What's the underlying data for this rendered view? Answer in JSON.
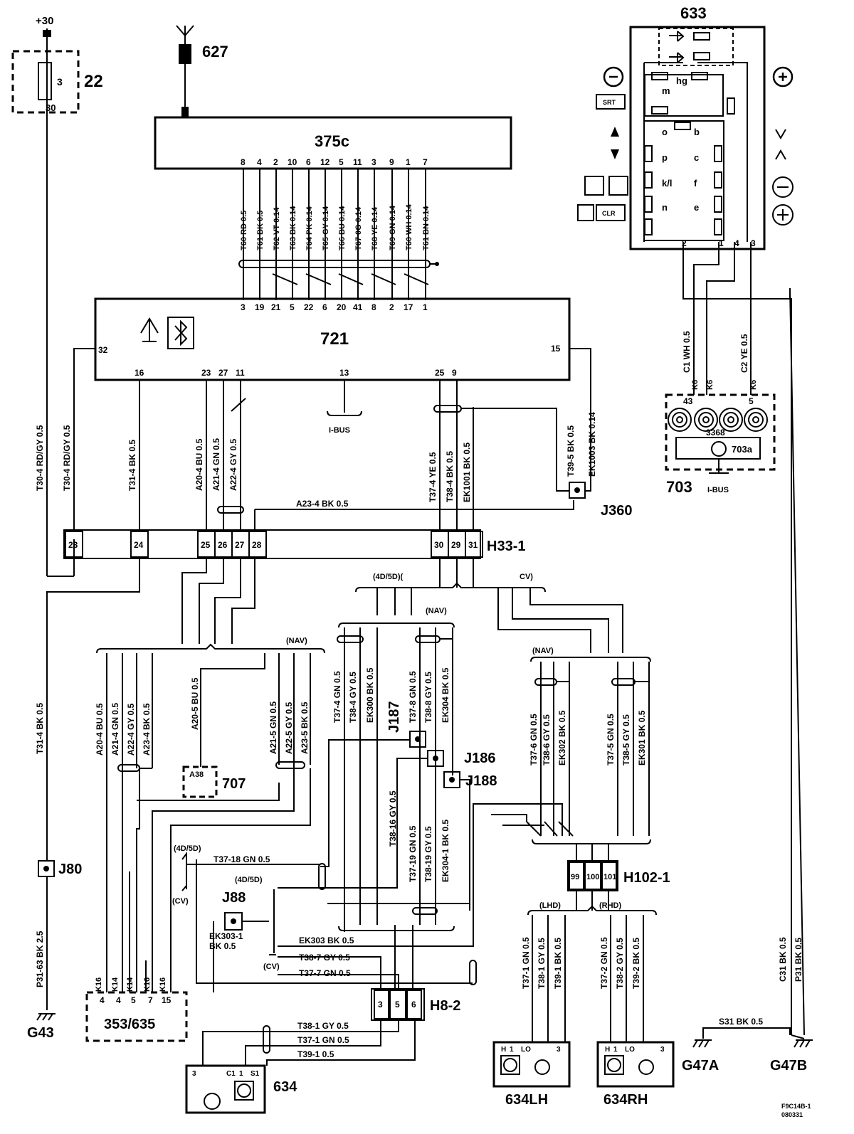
{
  "diagram": {
    "supply": "+30",
    "fuse": {
      "id": "22",
      "rating": "3",
      "terminal": "30"
    },
    "antenna": "627",
    "radio": {
      "id": "375c",
      "pins": [
        "8",
        "4",
        "2",
        "10",
        "6",
        "12",
        "5",
        "11",
        "3",
        "9",
        "1",
        "7"
      ]
    },
    "radio_wires": [
      "T60  RD  0.5",
      "T61  BK  0.5",
      "T62  VT  0.14",
      "T63  BK  0.14",
      "T64  PK  0.14",
      "T65  GY  0.14",
      "T66  BU  0.14",
      "T67  0G  0.14",
      "T68  YE  0.14",
      "T69  GN  0.14",
      "T60  WH  0.14",
      "T61  BN  0.14"
    ],
    "module": {
      "id": "721",
      "top_pins": [
        "3",
        "19",
        "21",
        "5",
        "22",
        "6",
        "20",
        "41",
        "8",
        "2",
        "17",
        "1"
      ],
      "left_pin": "32",
      "right_pin": "15",
      "bottom_pins": [
        "16",
        "23",
        "27",
        "11",
        "13",
        "25",
        "9"
      ],
      "ibus": "I-BUS"
    },
    "unit633": {
      "id": "633",
      "labels": [
        "hg",
        "m",
        "o",
        "b",
        "p",
        "c",
        "k/l",
        "f",
        "n",
        "e"
      ],
      "pins": [
        "2",
        "1",
        "4",
        "3"
      ],
      "buttons": [
        "SRT",
        "CLR"
      ]
    },
    "unit703": {
      "id": "703",
      "sub": "703a",
      "connector": "3368",
      "pins": [
        "43",
        "5"
      ],
      "ibus": "I-BUS"
    },
    "wires_633": [
      "C1  WH 0.5",
      "C2  YE  0.5"
    ],
    "wires_ks": [
      "K6",
      "K6",
      "K6"
    ],
    "left_wires": [
      "T30-4   RD/GY   0.5",
      "T30-4   RD/GY   0.5",
      "T31-4   BK   0.5",
      "A20-4   BU   0.5",
      "A21-4   GN   0.5",
      "A22-4   GY   0.5"
    ],
    "right_wires": [
      "T37-4  YE 0.5",
      "T38-4  BK 0.5",
      "EK1001  BK 0.5",
      "T39-5  BK  0.5",
      "EK1003  BK  0.14"
    ],
    "a23": "A23-4    BK  0.5",
    "j360": "J360",
    "h33": {
      "id": "H33-1",
      "pins": [
        "23",
        "24",
        "25",
        "26",
        "27",
        "28",
        "30",
        "29",
        "31"
      ]
    },
    "variants": {
      "fourfive": "(4D/5D)(",
      "cv": "CV)",
      "nav": "(NAV)",
      "fourfive2": "(4D/5D)",
      "cv2": "(CV)",
      "lhd": "(LHD)",
      "rhd": "(RHD)"
    },
    "g43_wire": "T31-4   BK   0.5",
    "j80": "J80",
    "p31_63": "P31-63  BK 2.5",
    "g43": "G43",
    "nav_left_wires": [
      "A20-4  BU  0.5",
      "A21-4  GN  0.5",
      "A22-4  GY  0.5",
      "A23-4  BK  0.5"
    ],
    "a20_5": "A20-5   BU   0.5",
    "a38": "A38",
    "u707": "707",
    "nav_mid_wires": [
      "A21-5  GN  0.5",
      "A22-5  GY  0.5",
      "A23-5  BK  0.5"
    ],
    "j187_wires": [
      "T37-4  GN  0.5",
      "T38-4  GY  0.5",
      "EK300  BK 0.5",
      "T37-8  GN  0.5",
      "T38-8  GY  0.5",
      "EK304  BK  0.5"
    ],
    "j187": "J187",
    "j186": "J186",
    "j188": "J188",
    "t38_16": "T38-16   GY 0.5",
    "j188_wires": [
      "T37-19  GN  0.5",
      "T38-19  GY  0.5",
      "EK304-1  BK  0.5"
    ],
    "t37_18": "T37-18    GN  0.5",
    "j88": "J88",
    "ek303_1": [
      "EK303-1",
      "BK     0.5"
    ],
    "h8_wires": [
      "EK303   BK   0.5",
      "T38-7    GY   0.5",
      "T37-7    GN   0.5"
    ],
    "h8": {
      "id": "H8-2",
      "pins": [
        "3",
        "5",
        "6"
      ]
    },
    "u353": {
      "id": "353/635",
      "codes": [
        "K16",
        "K14",
        "K14",
        "K16",
        "K16"
      ],
      "pins": [
        "4",
        "4",
        "5",
        "7",
        "15"
      ]
    },
    "u634_wires": [
      "T38-1  GY    0.5",
      "T37-1  GN  0.5",
      "T39-1      0.5"
    ],
    "u634": {
      "id": "634",
      "pins": [
        "3",
        "C1",
        "1",
        "S1"
      ]
    },
    "nav_right_wires_a": [
      "T37-6  GN  0.5",
      "T38-6  GY  0.5",
      "EK302  BK  0.5"
    ],
    "nav_right_wires_b": [
      "T37-5  GN  0.5",
      "T38-5  GY  0.5",
      "EK301  BK  0.5"
    ],
    "h102": {
      "id": "H102-1",
      "pins": [
        "99",
        "100",
        "101"
      ]
    },
    "lhd_wires": [
      "T37-1  GN  0.5",
      "T38-1  GY  0.5",
      "T39-1  BK  0.5"
    ],
    "rhd_wires": [
      "T37-2  GN  0.5",
      "T38-2  GY  0.5",
      "T39-2  BK  0.5"
    ],
    "u634lh": {
      "id": "634LH",
      "pins": [
        "H",
        "1",
        "LO",
        "3"
      ]
    },
    "u634rh": {
      "id": "634RH",
      "pins": [
        "H",
        "1",
        "LO",
        "3"
      ]
    },
    "c31": "C31  BK  0.5",
    "p31": "P31  BK  0.5",
    "s31": "S31   BK  0.5",
    "g47a": "G47A",
    "g47b": "G47B",
    "code": [
      "F9C14B-1",
      "080331"
    ]
  }
}
